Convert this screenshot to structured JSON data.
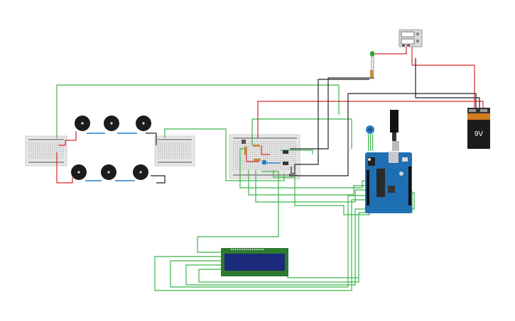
{
  "canvas": {
    "background": "#ffffff"
  },
  "components": {
    "battery": {
      "voltage_label": "9V"
    },
    "led": {
      "color": "#22aa22"
    },
    "buzzers": {
      "count": 6
    },
    "breadboards": {
      "count": 3
    },
    "lcd": {
      "rows": 2,
      "screen_color": "#1b2a7a"
    },
    "arduino": {
      "board_color": "#1f6fb3"
    },
    "power_supply": {
      "color": "#d9d9d9"
    }
  },
  "wire_colors": {
    "green": "#3cb44b",
    "red": "#d62828",
    "black": "#222222",
    "blue": "#2a7fc4"
  }
}
